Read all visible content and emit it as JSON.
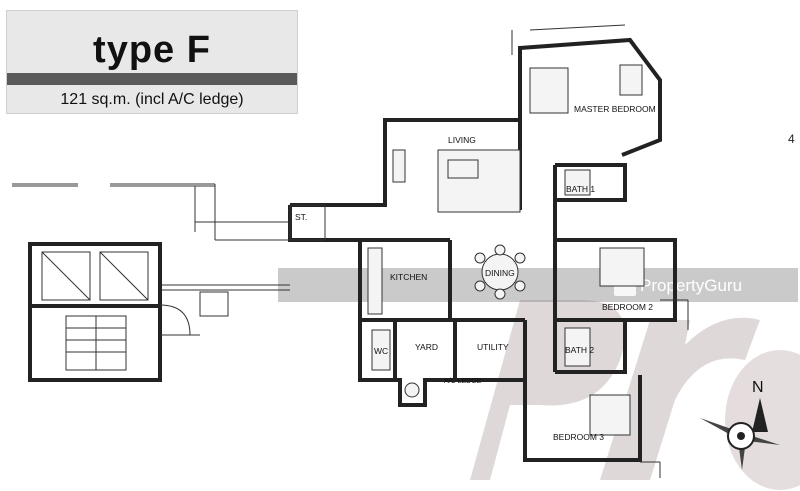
{
  "header": {
    "title": "type F",
    "subtitle": "121 sq.m. (incl A/C ledge)"
  },
  "page_number": "4",
  "rooms": {
    "master_bedroom": "MASTER BEDROOM",
    "living": "LIVING",
    "bath1": "BATH 1",
    "store": "ST.",
    "kitchen": "KITCHEN",
    "dining": "DINING",
    "bedroom2": "BEDROOM 2",
    "wc": "WC",
    "yard": "YARD",
    "utility": "UTILITY",
    "bath2": "BATH 2",
    "ac_ledge": "A/C LEDGE",
    "bedroom3": "BEDROOM 3"
  },
  "compass": {
    "north": "N"
  },
  "watermark": {
    "brand": "PropertyGuru"
  },
  "colors": {
    "header_bg": "#e8e8e8",
    "header_bar": "#5a5a5a",
    "wall": "#222222",
    "watermark": "#c8b8b8",
    "brand_bg": "#7d7d7d"
  }
}
